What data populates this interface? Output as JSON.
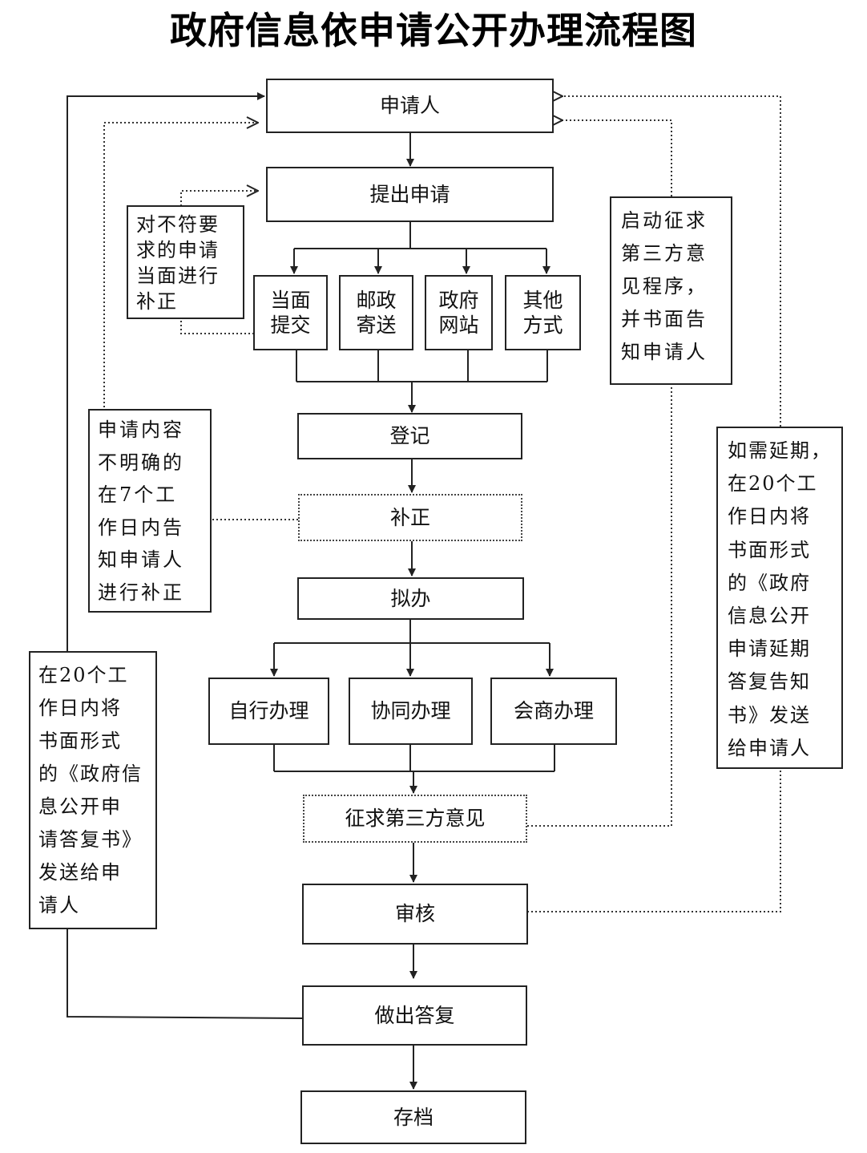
{
  "title": "政府信息依申请公开办理流程图",
  "nodes": {
    "applicant": "申请人",
    "submit": "提出申请",
    "in_person": "当面\n提交",
    "postal": "邮政\n寄送",
    "gov_website": "政府\n网站",
    "other_method": "其他\n方式",
    "register": "登记",
    "supplement": "补正",
    "draft": "拟办",
    "self_handle": "自行办理",
    "joint_handle": "协同办理",
    "consult_handle": "会商办理",
    "third_party": "征求第三方意见",
    "review": "审核",
    "reply": "做出答复",
    "archive": "存档"
  },
  "notes": {
    "onsite_correction": "对不符要\n求的申请\n当面进行\n补正",
    "unclear_content": "申请内容\n不明确的\n在7个工\n作日内告\n知申请人\n进行补正",
    "third_party_notice": "启动征求\n第三方意\n见程序，\n并书面告\n知申请人",
    "extension_notice": "如需延期，\n在20个工\n作日内将\n书面形式\n的《政府\n信息公开\n申请延期\n答复告知\n书》发送\n给申请人",
    "reply_notice": "在20个工\n作日内将\n书面形式\n的《政府信\n息公开申\n请答复书》\n发送给申\n请人"
  }
}
